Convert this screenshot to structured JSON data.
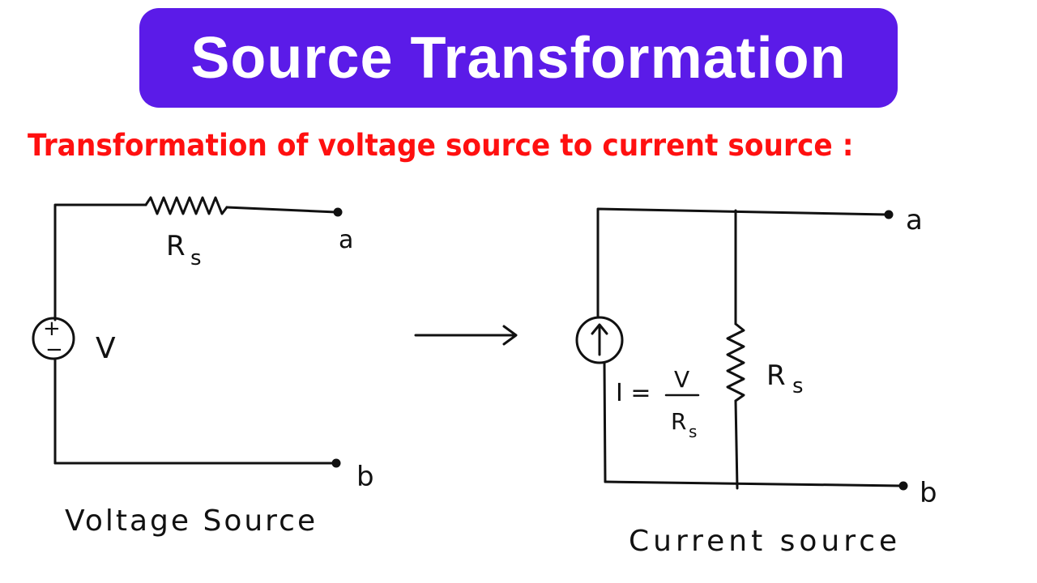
{
  "title": "Source Transformation",
  "subtitle": "Transformation of voltage source to current source :",
  "colors": {
    "title_bg": "#5b1be8",
    "title_text": "#ffffff",
    "subtitle": "#ff1010",
    "lines": "#111111"
  },
  "voltage_circuit": {
    "resistor_label": "R",
    "resistor_subscript": "s",
    "source_label": "V",
    "source_plus": "+",
    "source_minus": "−",
    "terminal_a": "a",
    "terminal_b": "b",
    "caption": "Voltage Source"
  },
  "current_circuit": {
    "resistor_label": "R",
    "resistor_subscript": "s",
    "source_arrow": "↑",
    "formula_lhs": "I =",
    "formula_num": "V",
    "formula_den": "R",
    "formula_den_sub": "s",
    "terminal_a": "a",
    "terminal_b": "b",
    "caption": "Current source"
  }
}
